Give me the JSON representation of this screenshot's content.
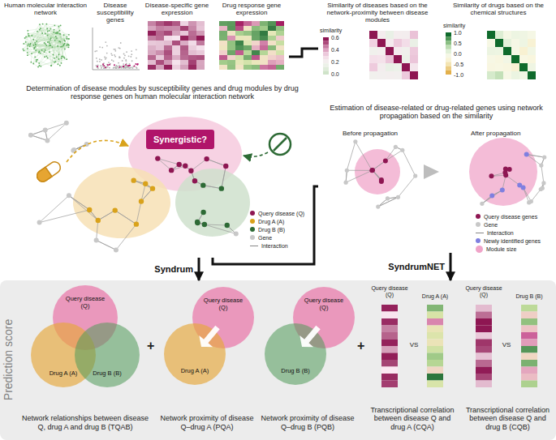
{
  "diagram": {
    "nodes": [
      {
        "text": [
          "Human molecular interaction network"
        ]
      },
      {
        "text": [
          "Disease susceptibility genes"
        ]
      },
      {
        "text": [
          "Disease-specific gene expression"
        ]
      },
      {
        "text": [
          "Drug response gene expression"
        ]
      },
      {
        "text": [
          "Similarity of diseases based on the network-proximity between disease modules"
        ]
      },
      {
        "text": [
          "Similarity of drugs based on the chemical structures"
        ]
      },
      {
        "text": [
          "Determination of disease modules by susceptibility genes and drug modules by drug response genes on human molecular interaction network"
        ]
      },
      {
        "text": [
          "Synergistic?"
        ],
        "in": 6
      },
      {
        "text": [
          "Estimation of disease-related or drug-related genes using network propagation based on the similarity"
        ]
      },
      {
        "text": [
          "Prediction score"
        ]
      },
      {
        "text": [
          "Network relationships between disease Q, drug A and drug B (TQAB)"
        ],
        "in": 9
      },
      {
        "text": [
          "Query disease (Q)"
        ],
        "in": 10
      },
      {
        "text": [
          "Drug A (A)"
        ],
        "in": 10
      },
      {
        "text": [
          "Drug B (B)"
        ],
        "in": 10
      },
      {
        "text": [
          "Network proximity of disease Q–drug A (PQA)"
        ],
        "in": 9
      },
      {
        "text": [
          "Query disease (Q)"
        ],
        "in": 14
      },
      {
        "text": [
          "Drug A (A)"
        ],
        "in": 14
      },
      {
        "text": [
          "Network proximity of disease Q–drug B (PQB)"
        ],
        "in": 9
      },
      {
        "text": [
          "Query disease (Q)"
        ],
        "in": 17
      },
      {
        "text": [
          "Drug B (B)"
        ],
        "in": 17
      },
      {
        "text": [
          "Transcriptional correlation between disease Q and drug A (CQA)"
        ],
        "in": 9
      },
      {
        "text": [
          "Transcriptional correlation between disease Q and drug B (CQB)"
        ],
        "in": 9
      }
    ],
    "edges": [
      {
        "from": 6,
        "to": 9,
        "label": "Syndrum",
        "arrow": "to"
      },
      {
        "from": 8,
        "to": 9,
        "label": "SyndrumNET",
        "arrow": "to"
      },
      {
        "from": 3,
        "to": 4,
        "arrow": "none"
      },
      {
        "from": 6,
        "to": 8,
        "arrow": "none"
      }
    ],
    "labels": [
      "similarity",
      "0.6",
      "0.4",
      "0.2",
      "0.0",
      "similarity",
      "1.0",
      "0.5",
      "0.0",
      "-0.5",
      "-1.0",
      "Before propagation",
      "After propagation",
      "+",
      "+",
      "Query disease (Q)",
      "VS",
      "Drug A (A)",
      "Query disease (Q)",
      "VS",
      "Drug B (B)"
    ],
    "legend": [
      {
        "text": "Query disease (Q)",
        "color": "#8e1652"
      },
      {
        "text": "Drug A (A)",
        "color": "#d9a21b"
      },
      {
        "text": "Drug B (B)",
        "color": "#2d6a35"
      },
      {
        "text": "Gene",
        "color": "#c8c8c8"
      },
      {
        "text": "Interaction"
      },
      {
        "text": "Query disease genes",
        "color": "#8e1652"
      },
      {
        "text": "Gene",
        "color": "#c8c8c8"
      },
      {
        "text": "Interaction"
      },
      {
        "text": "Newly identified genes",
        "color": "#7f7fe0"
      },
      {
        "text": "Module size",
        "color": "#f0a3c8"
      }
    ]
  }
}
